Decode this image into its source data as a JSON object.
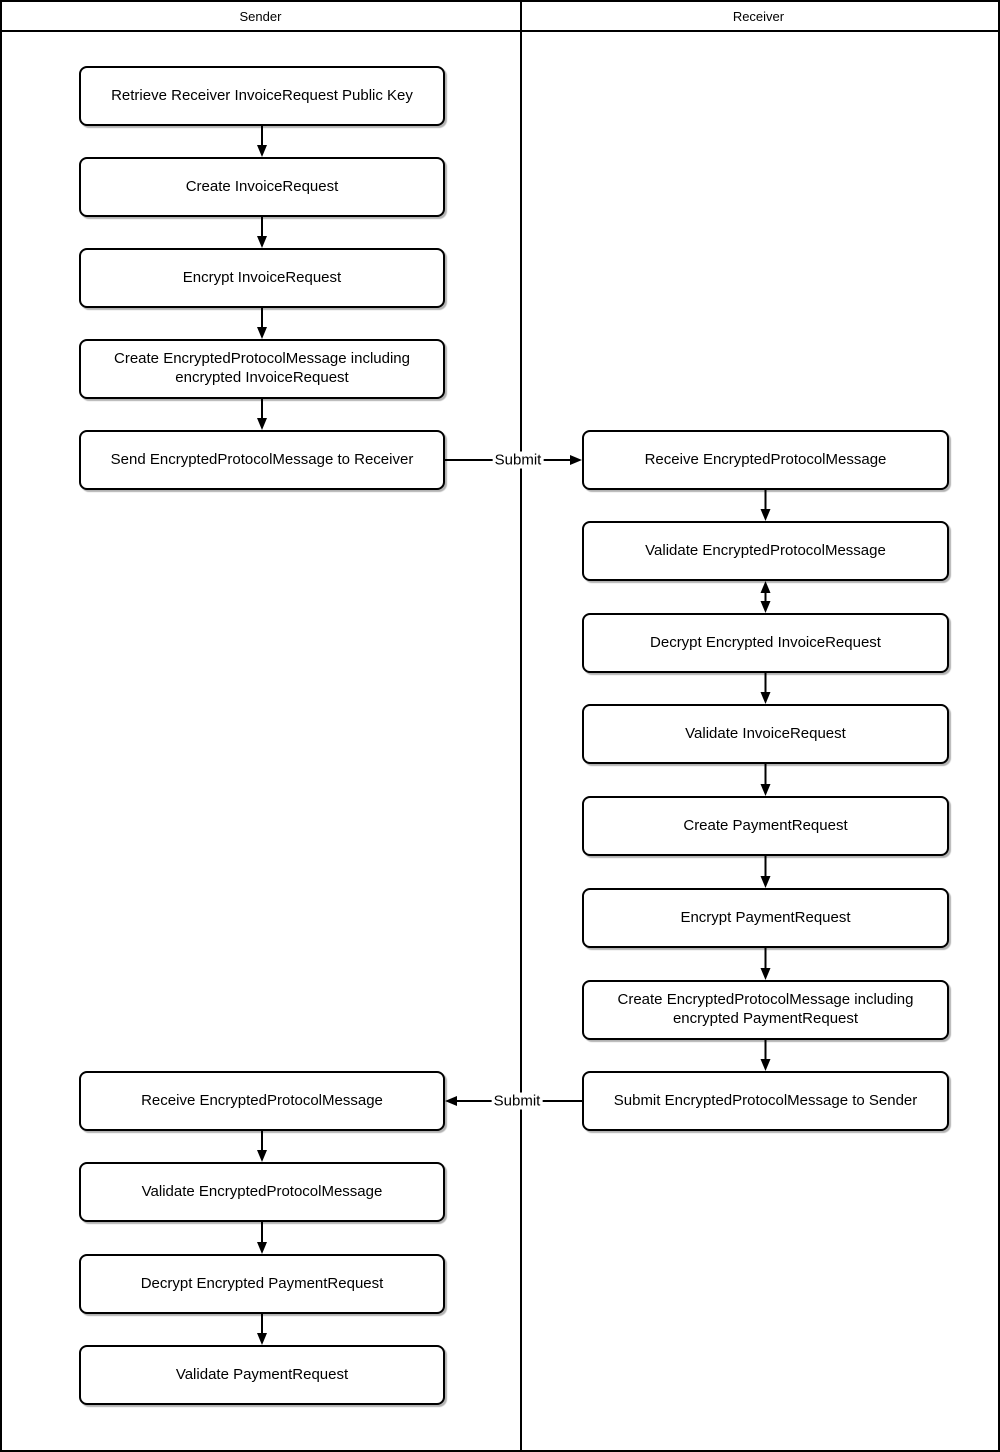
{
  "diagram": {
    "type": "swimlane-flowchart",
    "colors": {
      "stroke": "#000000",
      "fill": "#ffffff",
      "text": "#000000"
    }
  },
  "lanes": {
    "sender": {
      "label": "Sender"
    },
    "receiver": {
      "label": "Receiver"
    }
  },
  "nodes": {
    "s1": {
      "label": "Retrieve Receiver InvoiceRequest Public Key"
    },
    "s2": {
      "label": "Create InvoiceRequest"
    },
    "s3": {
      "label": "Encrypt InvoiceRequest"
    },
    "s4": {
      "label": "Create EncryptedProtocolMessage including encrypted InvoiceRequest"
    },
    "s5": {
      "label": "Send EncryptedProtocolMessage to Receiver"
    },
    "r1": {
      "label": "Receive EncryptedProtocolMessage"
    },
    "r2": {
      "label": "Validate EncryptedProtocolMessage"
    },
    "r3": {
      "label": "Decrypt Encrypted InvoiceRequest"
    },
    "r4": {
      "label": "Validate InvoiceRequest"
    },
    "r5": {
      "label": "Create PaymentRequest"
    },
    "r6": {
      "label": "Encrypt PaymentRequest"
    },
    "r7": {
      "label": "Create EncryptedProtocolMessage including encrypted PaymentRequest"
    },
    "r8": {
      "label": "Submit EncryptedProtocolMessage to Sender"
    },
    "b1": {
      "label": "Receive EncryptedProtocolMessage"
    },
    "b2": {
      "label": "Validate EncryptedProtocolMessage"
    },
    "b3": {
      "label": "Decrypt Encrypted PaymentRequest"
    },
    "b4": {
      "label": "Validate PaymentRequest"
    }
  },
  "edges": {
    "invoice_submit": {
      "label": "Submit"
    },
    "payment_submit": {
      "label": "Submit"
    }
  }
}
